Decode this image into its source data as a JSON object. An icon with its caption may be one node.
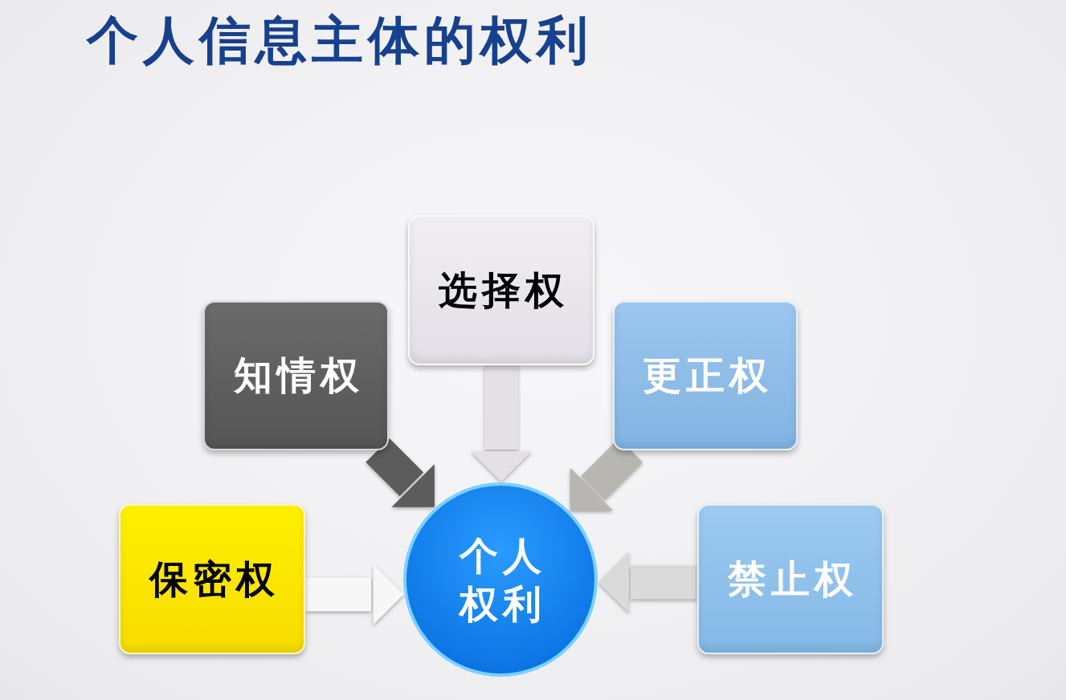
{
  "diagram": {
    "title": "个人信息主体的权利",
    "nodes": [
      {
        "text": [
          "选择权"
        ]
      },
      {
        "text": [
          "知情权"
        ]
      },
      {
        "text": [
          "更正权"
        ]
      },
      {
        "text": [
          "保密权"
        ]
      },
      {
        "text": [
          "个人权利"
        ]
      },
      {
        "text": [
          "禁止权"
        ]
      }
    ],
    "edges": [
      {
        "from": 0,
        "to": 4,
        "arrow": "to",
        "style": "thick",
        "color": "#e4e1e6"
      },
      {
        "from": 1,
        "to": 4,
        "arrow": "to",
        "style": "thick",
        "color": "#5c5c5c"
      },
      {
        "from": 2,
        "to": 4,
        "arrow": "to",
        "style": "thick",
        "color": "#b8b6b0"
      },
      {
        "from": 3,
        "to": 4,
        "arrow": "to",
        "style": "thick",
        "color": "#f7f7f7"
      },
      {
        "from": 5,
        "to": 4,
        "arrow": "to",
        "style": "thick",
        "color": "#dadada"
      }
    ]
  }
}
